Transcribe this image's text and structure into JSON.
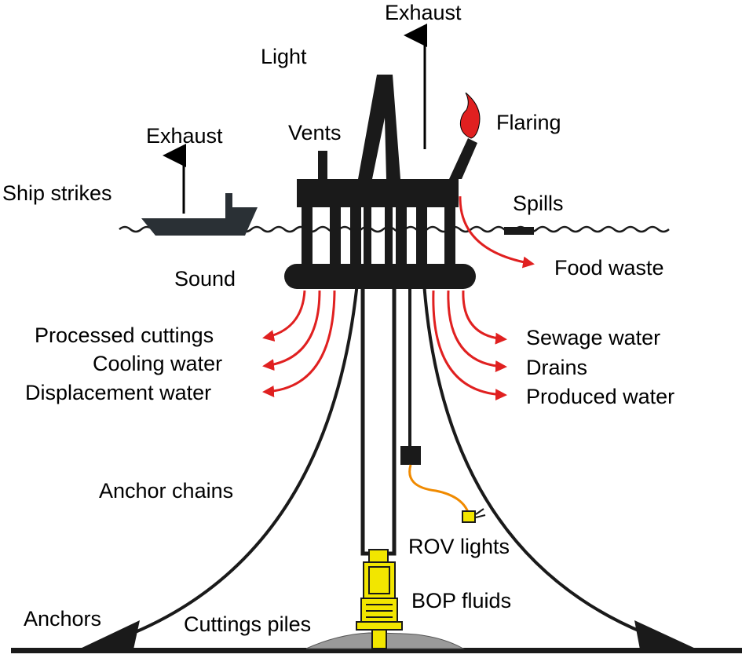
{
  "labels": {
    "exhaust_top": "Exhaust",
    "light": "Light",
    "flaring": "Flaring",
    "vents": "Vents",
    "exhaust_ship": "Exhaust",
    "ship_strikes": "Ship strikes",
    "spills": "Spills",
    "food_waste": "Food waste",
    "sound": "Sound",
    "processed_cuttings": "Processed cuttings",
    "cooling_water": "Cooling water",
    "displacement_water": "Displacement water",
    "sewage_water": "Sewage water",
    "drains": "Drains",
    "produced_water": "Produced water",
    "anchor_chains": "Anchor chains",
    "rov_lights": "ROV lights",
    "bop_fluids": "BOP fluids",
    "anchors": "Anchors",
    "cuttings_piles": "Cuttings piles"
  },
  "colors": {
    "structure": "#1a1a1a",
    "discharge_arrow": "#e02020",
    "flame": "#e02020",
    "bop": "#f2e600",
    "rov_cable": "#f08a00",
    "ship": "#2a3035",
    "seabed_pile": "#9a9a9a"
  }
}
